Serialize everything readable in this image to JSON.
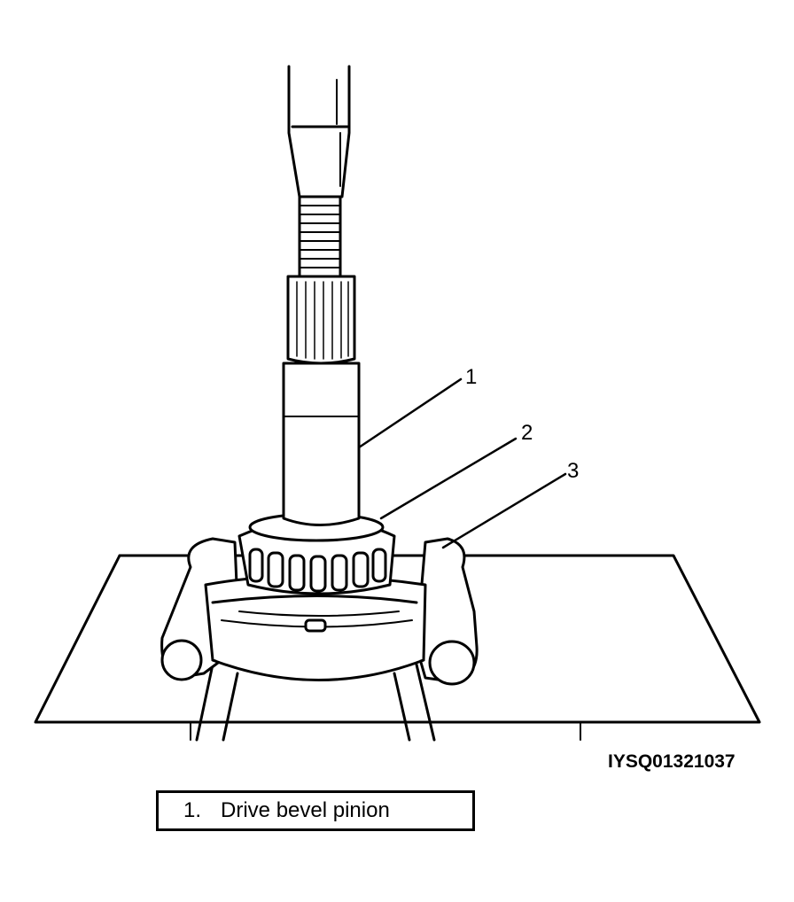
{
  "figure": {
    "callouts": [
      "1",
      "2",
      "3"
    ],
    "code": "IYSQ01321037"
  },
  "legend": {
    "number": "1.",
    "text": "Drive bevel pinion"
  }
}
